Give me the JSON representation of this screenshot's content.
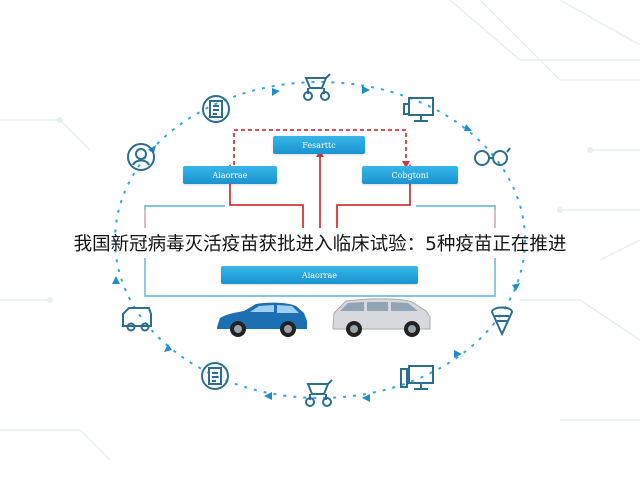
{
  "headline": "我国新冠病毒灭活疫苗获批进入临床试验：5种疫苗正在推进",
  "diagram": {
    "top_box": "Fesarttc",
    "left_box": "Aiaorrae",
    "right_box": "Cobgtoni",
    "bottom_box": "Aiaorrae"
  },
  "icons": [
    "stroller-icon",
    "monitor-icon",
    "eye-icon",
    "ice-cream-icon",
    "monitor-icon",
    "stroller-icon",
    "document-icon",
    "camera-icon",
    "person-icon",
    "document-icon"
  ],
  "colors": {
    "accent": "#1a93d0",
    "connector_red": "#d6363b",
    "icon_stroke": "#2b6f8f",
    "suv_body": "#1d6fb3",
    "van_body": "#d8d9dc"
  }
}
